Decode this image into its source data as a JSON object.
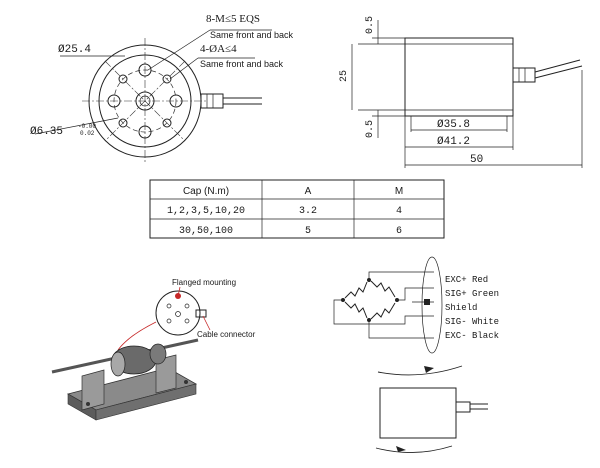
{
  "front_view": {
    "thread_note": "8-M≤5 EQS",
    "thread_note_sub": "Same front and back",
    "hole_note": "4-ØA≤4",
    "hole_note_sub": "Same front and back",
    "pcd_label": "Ø25.4",
    "bore_label": "Ø6.35",
    "bore_tol_upper": "-0.00",
    "bore_tol_lower": "0.02"
  },
  "side_view": {
    "dim_top": "0.5",
    "dim_height": "25",
    "dim_bottom": "0.5",
    "dim_inner_dia": "Ø35.8",
    "dim_outer_dia": "Ø41.2",
    "dim_length": "50"
  },
  "spec_table": {
    "headers": [
      "Cap (N.m)",
      "A",
      "M"
    ],
    "rows": [
      [
        "1,2,3,5,10,20",
        "3.2",
        "4"
      ],
      [
        "30,50,100",
        "5",
        "6"
      ]
    ]
  },
  "mounting": {
    "flanged_label": "Flanged mounting",
    "cable_label": "Cable connector"
  },
  "wiring": {
    "legend": [
      "EXC+ Red",
      "SIG+ Green",
      "Shield",
      "SIG- White",
      "EXC- Black"
    ]
  }
}
